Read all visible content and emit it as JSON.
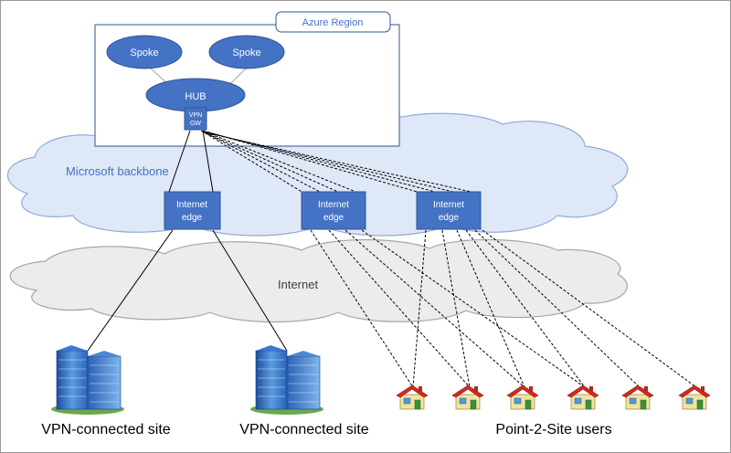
{
  "region": {
    "title": "Azure Region"
  },
  "spokes": [
    {
      "label": "Spoke"
    },
    {
      "label": "Spoke"
    }
  ],
  "hub": {
    "label": "HUB"
  },
  "vpn_gateway": {
    "line1": "VPN",
    "line2": "GW"
  },
  "backbone": {
    "label": "Microsoft backbone"
  },
  "internet": {
    "label": "Internet"
  },
  "edges": [
    {
      "line1": "Internet",
      "line2": "edge"
    },
    {
      "line1": "Internet",
      "line2": "edge"
    },
    {
      "line1": "Internet",
      "line2": "edge"
    }
  ],
  "sites": [
    {
      "label": "VPN-connected site"
    },
    {
      "label": "VPN-connected site"
    }
  ],
  "p2s": {
    "label": "Point-2-Site users",
    "house_count": 6
  },
  "colors": {
    "node_fill": "#4472c4",
    "node_stroke": "#2f5597",
    "cloud_fill": "#dee8f6",
    "cloud_stroke": "#8faadc",
    "internet_fill": "#ececec",
    "internet_stroke": "#a6a6a6",
    "backbone_text": "#4472c4"
  }
}
